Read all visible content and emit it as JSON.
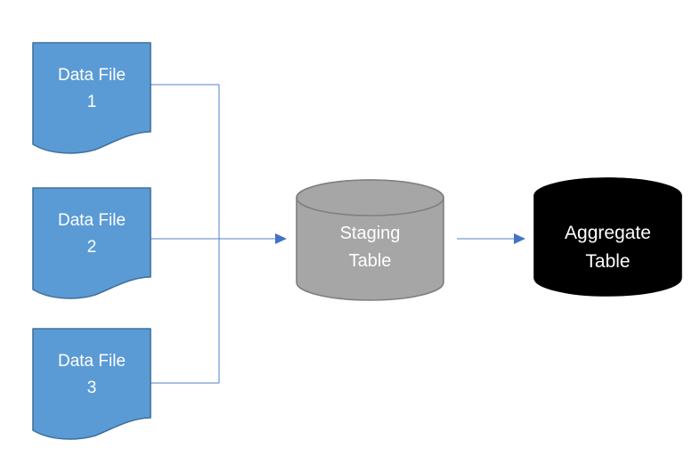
{
  "diagram": {
    "type": "flow-diagram",
    "background": "#ffffff",
    "colors": {
      "file_fill": "#5B9BD5",
      "file_border": "#41719C",
      "staging_fill": "#A6A6A6",
      "staging_border": "#7F7F7F",
      "aggregate_fill": "#000000",
      "connector": "#4472C4",
      "label_text": "#FFFFFF"
    },
    "files": [
      {
        "name": "Data File",
        "number": "1"
      },
      {
        "name": "Data File",
        "number": "2"
      },
      {
        "name": "Data File",
        "number": "3"
      }
    ],
    "staging": {
      "line1": "Staging",
      "line2": "Table"
    },
    "aggregate": {
      "line1": "Aggregate",
      "line2": "Table"
    },
    "flow": "Data File 1,2,3 -> Staging Table -> Aggregate Table"
  }
}
